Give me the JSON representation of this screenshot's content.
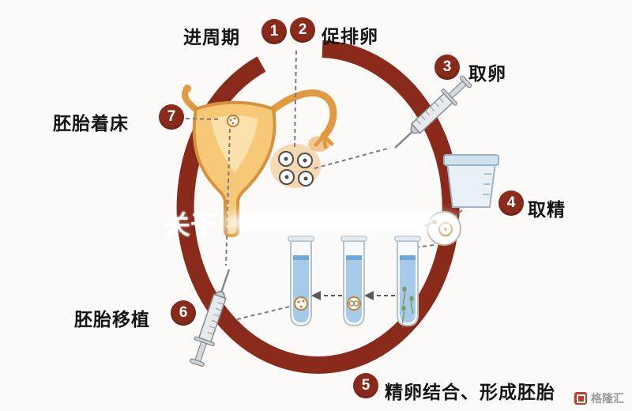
{
  "steps": [
    {
      "num": "1",
      "label": "进周期"
    },
    {
      "num": "2",
      "label": "促排卵"
    },
    {
      "num": "3",
      "label": "取卵"
    },
    {
      "num": "4",
      "label": "取精"
    },
    {
      "num": "5",
      "label": "精卵结合、形成胚胎"
    },
    {
      "num": "6",
      "label": "胚胎移植"
    },
    {
      "num": "7",
      "label": "胚胎着床"
    }
  ],
  "watermark": {
    "overlay_text": "关于",
    "brand": "格隆汇"
  },
  "colors": {
    "cycle_arrow": "#8a2a1b",
    "badge": "#8a2a1b",
    "label_text": "#141414",
    "uterus_fill": "#f6c877",
    "uterus_outline": "#d9923b",
    "tube_liquid": "#a5cbe9",
    "brand_red": "#c23a2b"
  },
  "icons": {
    "cycle": "cycle-arrow-icon",
    "uterus": "uterus-icon",
    "eggs": "egg-cluster-icon",
    "retrieval": "syringe-icon",
    "cup": "specimen-cup-icon",
    "fertilization": "fertilized-egg-icon",
    "tubes": "test-tube-icon",
    "transfer": "syringe-icon"
  }
}
